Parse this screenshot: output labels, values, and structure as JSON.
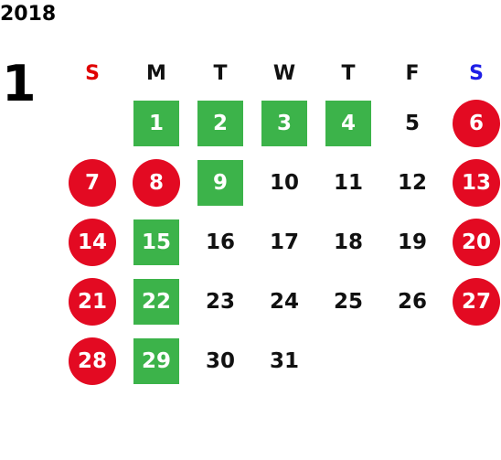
{
  "calendar": {
    "year": "2018",
    "month": "1",
    "weekdays": [
      {
        "label": "S",
        "kind": "sun"
      },
      {
        "label": "M",
        "kind": "week"
      },
      {
        "label": "T",
        "kind": "week"
      },
      {
        "label": "W",
        "kind": "week"
      },
      {
        "label": "T",
        "kind": "week"
      },
      {
        "label": "F",
        "kind": "week"
      },
      {
        "label": "S",
        "kind": "sat"
      }
    ],
    "weeks": [
      [
        {
          "day": "",
          "style": "empty"
        },
        {
          "day": "1",
          "style": "green"
        },
        {
          "day": "2",
          "style": "green"
        },
        {
          "day": "3",
          "style": "green"
        },
        {
          "day": "4",
          "style": "green"
        },
        {
          "day": "5",
          "style": "plain"
        },
        {
          "day": "6",
          "style": "red"
        }
      ],
      [
        {
          "day": "7",
          "style": "red"
        },
        {
          "day": "8",
          "style": "red"
        },
        {
          "day": "9",
          "style": "green"
        },
        {
          "day": "10",
          "style": "plain"
        },
        {
          "day": "11",
          "style": "plain"
        },
        {
          "day": "12",
          "style": "plain"
        },
        {
          "day": "13",
          "style": "red"
        }
      ],
      [
        {
          "day": "14",
          "style": "red"
        },
        {
          "day": "15",
          "style": "green"
        },
        {
          "day": "16",
          "style": "plain"
        },
        {
          "day": "17",
          "style": "plain"
        },
        {
          "day": "18",
          "style": "plain"
        },
        {
          "day": "19",
          "style": "plain"
        },
        {
          "day": "20",
          "style": "red"
        }
      ],
      [
        {
          "day": "21",
          "style": "red"
        },
        {
          "day": "22",
          "style": "green"
        },
        {
          "day": "23",
          "style": "plain"
        },
        {
          "day": "24",
          "style": "plain"
        },
        {
          "day": "25",
          "style": "plain"
        },
        {
          "day": "26",
          "style": "plain"
        },
        {
          "day": "27",
          "style": "red"
        }
      ],
      [
        {
          "day": "28",
          "style": "red"
        },
        {
          "day": "29",
          "style": "green"
        },
        {
          "day": "30",
          "style": "plain"
        },
        {
          "day": "31",
          "style": "plain"
        },
        {
          "day": "",
          "style": "empty"
        },
        {
          "day": "",
          "style": "empty"
        },
        {
          "day": "",
          "style": "empty"
        }
      ]
    ],
    "colors": {
      "holiday_red": "#e30a22",
      "highlight_green": "#3cb34a",
      "sunday_label": "#e00000",
      "saturday_label": "#1e1ee6"
    }
  }
}
